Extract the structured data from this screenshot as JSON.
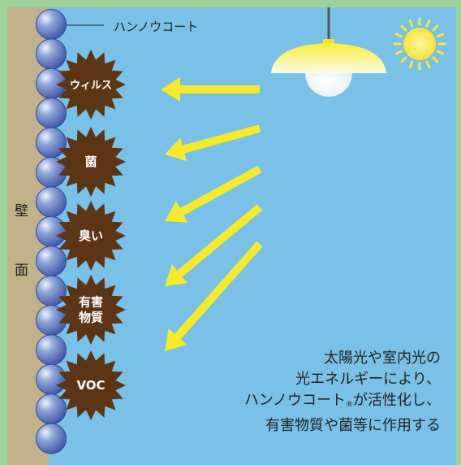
{
  "coat_label": "ハンノウコート",
  "wall_label": [
    "壁",
    "面"
  ],
  "contaminants": [
    {
      "id": "virus",
      "lines": [
        "ウィルス"
      ]
    },
    {
      "id": "bacteria",
      "lines": [
        "菌"
      ]
    },
    {
      "id": "odor",
      "lines": [
        "臭い"
      ]
    },
    {
      "id": "toxins",
      "lines": [
        "有害",
        "物質"
      ]
    },
    {
      "id": "voc",
      "lines": [
        "VOC"
      ]
    }
  ],
  "caption": {
    "line1": "太陽光や室内光の",
    "line2": "光エネルギーにより、",
    "line3_before": "ハンノウコート",
    "line3_reg": "®",
    "line3_after": "が活性化し、",
    "line4": "有害物質や菌等に作用する"
  },
  "colors": {
    "sky": "#79c1e6",
    "frame": "#9fd29a",
    "wall": "#c2b28b",
    "contaminant": "#5c3515",
    "arrow": "#f6ea2b",
    "lamp_shade": "#f5e62c",
    "sun": "#fbe83a"
  },
  "icons": [
    "sun-icon",
    "lamp-icon",
    "light-arrow-icon",
    "coating-sphere-icon"
  ]
}
